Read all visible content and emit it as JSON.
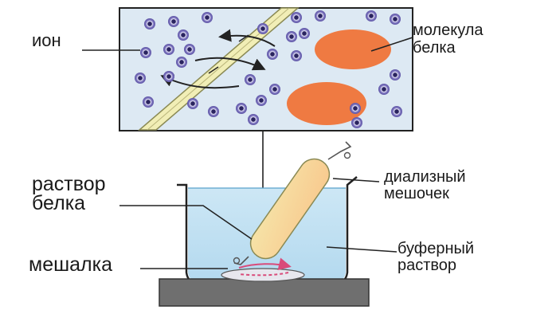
{
  "labels": {
    "ion": "ион",
    "protein_molecule": [
      "молекула",
      "белка"
    ],
    "protein_solution": [
      "раствор",
      "белка"
    ],
    "dialysis_bag": [
      "диализный",
      "мешочек"
    ],
    "buffer_solution": [
      "буферный",
      "раствор"
    ],
    "stirrer": "мешалка"
  },
  "colors": {
    "box_fill": "#dde9f3",
    "ion_outer": "#5e55a6",
    "ion_inner": "#e9e7f8",
    "protein": "#ef7a42",
    "membrane": "#f1eeb6",
    "beaker_water": "#bfe0f2",
    "bag_fill": "#f9d49c",
    "stir_arrow": "#d94b7a",
    "hotplate": "#6f6f6f",
    "line": "#222222"
  }
}
